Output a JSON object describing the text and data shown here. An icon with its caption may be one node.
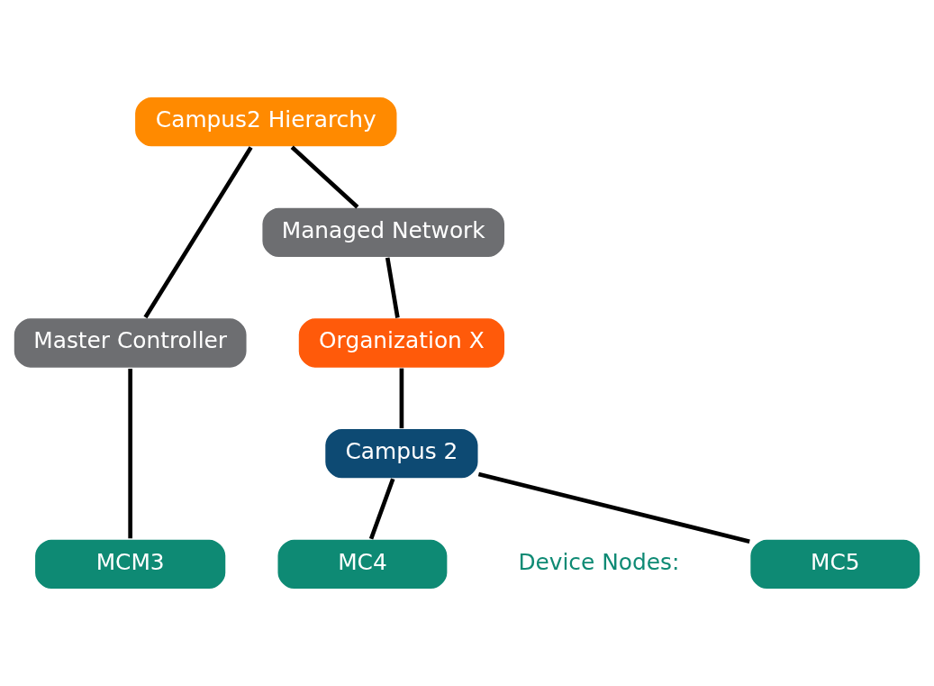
{
  "diagram": {
    "nodes": [
      {
        "text": [
          "Campus2 Hierarchy"
        ]
      },
      {
        "text": [
          "Master Controller"
        ]
      },
      {
        "text": [
          "Managed Network"
        ]
      },
      {
        "text": [
          "Organization X"
        ]
      },
      {
        "text": [
          "Campus 2"
        ]
      },
      {
        "text": [
          "MCM3"
        ]
      },
      {
        "text": [
          "MC4"
        ]
      },
      {
        "text": [
          "MC5"
        ]
      }
    ],
    "edges": [
      {
        "from": 0,
        "to": 1,
        "arrow": "none"
      },
      {
        "from": 0,
        "to": 2,
        "arrow": "none"
      },
      {
        "from": 1,
        "to": 5,
        "arrow": "none"
      },
      {
        "from": 2,
        "to": 3,
        "arrow": "none"
      },
      {
        "from": 3,
        "to": 4,
        "arrow": "none"
      },
      {
        "from": 4,
        "to": 6,
        "arrow": "none"
      },
      {
        "from": 4,
        "to": 7,
        "arrow": "none"
      }
    ],
    "labels": [
      "Device Nodes:"
    ]
  }
}
